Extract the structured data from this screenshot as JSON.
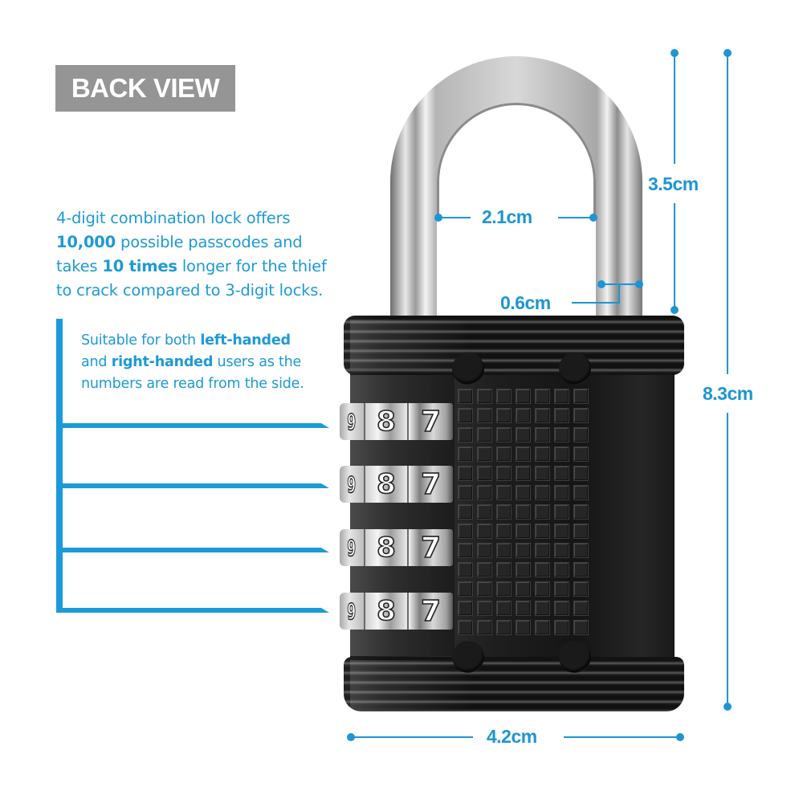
{
  "header": {
    "badge_label": "BACK VIEW",
    "badge_color": "#959595"
  },
  "features": {
    "combination": {
      "line1": "4-digit combination lock offers",
      "line2_bold": "10,000",
      "line2_rest": " possible passcodes and",
      "line3_pre": "takes ",
      "line3_bold": "10 times",
      "line3_rest": " longer for the thief",
      "line4": "to crack compared to 3-digit locks."
    },
    "handedness": {
      "pre": "Suitable for both ",
      "bold1": "left-handed",
      "mid": "and ",
      "bold2": "right-handed",
      "post": " users as the",
      "line3": "numbers are read from the side."
    }
  },
  "dimensions": {
    "shackle_inner_width": "2.1cm",
    "shackle_thickness": "0.6cm",
    "shackle_height": "3.5cm",
    "total_height": "8.3cm",
    "body_width": "4.2cm"
  },
  "dials": [
    {
      "digits": [
        "9",
        "8",
        "7"
      ]
    },
    {
      "digits": [
        "9",
        "8",
        "7"
      ]
    },
    {
      "digits": [
        "9",
        "8",
        "7"
      ]
    },
    {
      "digits": [
        "9",
        "8",
        "7"
      ]
    }
  ],
  "colors": {
    "accent_blue": "#1a9ad9",
    "lock_body": "#1b1b1b",
    "shackle_chrome": "#d8d8d8"
  }
}
